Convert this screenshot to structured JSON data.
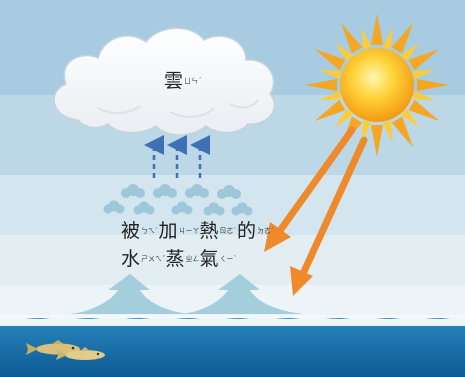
{
  "labels": {
    "cloud": [
      {
        "ch": "雲",
        "zy": "ㄩㄣˊ"
      }
    ],
    "vapor_line1": [
      {
        "ch": "被",
        "zy": "ㄅㄟˋ"
      },
      {
        "ch": "加",
        "zy": "ㄐㄧㄚ"
      },
      {
        "ch": "熱",
        "zy": "ㄖㄜˋ"
      },
      {
        "ch": "的",
        "zy": "ㄉㄜ˙"
      }
    ],
    "vapor_line2": [
      {
        "ch": "水",
        "zy": "ㄕㄨㄟˇ"
      },
      {
        "ch": "蒸",
        "zy": "ㄓㄥ"
      },
      {
        "ch": "氣",
        "zy": "ㄑㄧˋ"
      }
    ]
  },
  "colors": {
    "sky_top": "#a9cde0",
    "sky_mid": "#c9dfe9",
    "haze": "#e6f0f4",
    "sun_core": "#ffc21a",
    "sun_rays": "#f7a21b",
    "sunbeam": "#f08a2a",
    "rise_arrow": "#3f6fb5",
    "vapor_puff": "#9cc6d9",
    "water": "#1f7bb5",
    "water_deep": "#0f5f98",
    "fish": "#d8c07a"
  }
}
